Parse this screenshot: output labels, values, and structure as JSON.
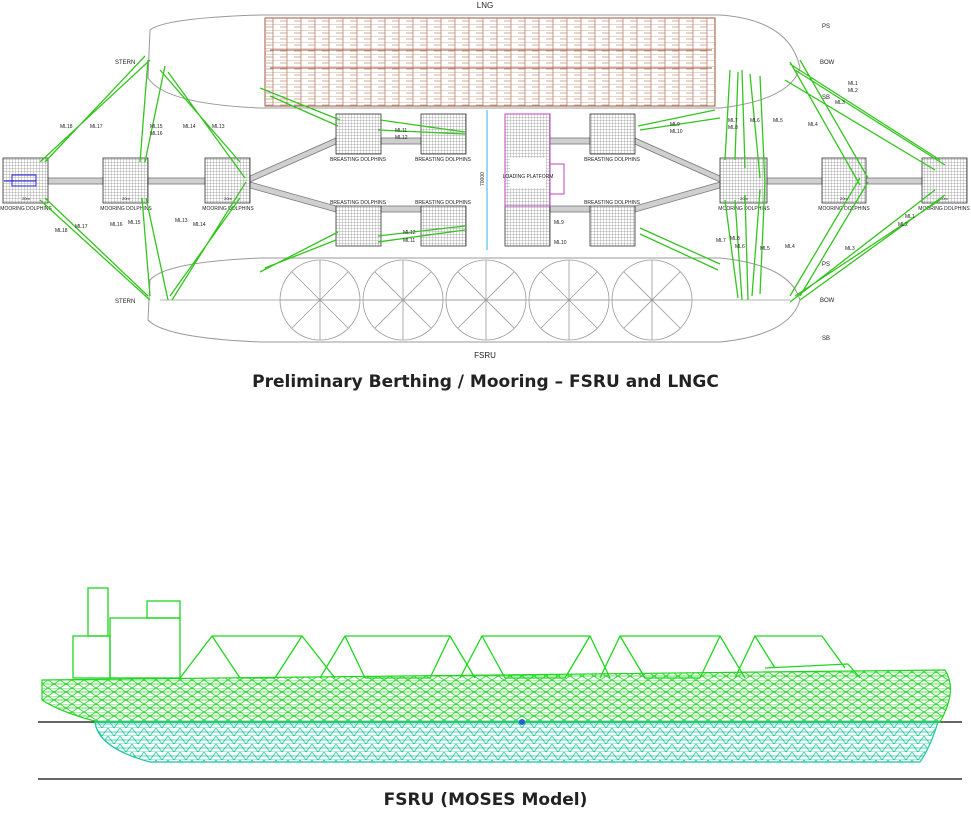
{
  "top_drawing": {
    "lng_label": "LNG",
    "fsru_label": "FSRU",
    "top_ship": {
      "ps": "PS",
      "bow": "BOW",
      "sb": "SB",
      "stern": "STERN"
    },
    "bottom_ship": {
      "ps": "PS",
      "bow": "BOW",
      "sb": "SB",
      "stern": "STERN"
    },
    "dolphin_labels": {
      "mooring": "MOORING DOLPHINS",
      "breasting": "BREASTING DOLPHINS",
      "loading": "LOADING PLATFORM",
      "size": "20m",
      "dimension": "70000"
    },
    "mooring_lines_top": [
      "ML18",
      "ML17",
      "ML15",
      "ML16",
      "ML14",
      "ML13",
      "ML11",
      "ML12",
      "ML9",
      "ML10",
      "ML7",
      "ML8",
      "ML6",
      "ML5",
      "ML4",
      "ML1",
      "ML2",
      "ML3"
    ],
    "mooring_lines_bottom": [
      "ML18",
      "ML17",
      "ML16",
      "ML15",
      "ML13",
      "ML14",
      "ML12",
      "ML11",
      "ML9",
      "ML10",
      "ML7",
      "ML8",
      "ML6",
      "ML5",
      "ML4",
      "ML1",
      "ML2",
      "ML3"
    ]
  },
  "captions": {
    "top": "Preliminary Berthing / Mooring – FSRU  and LNGC",
    "bottom": "FSRU  (MOSES Model)"
  },
  "colors": {
    "mooring_line": "#35c41f",
    "lng_deck": "#a35a3c",
    "mesh": "#1fd61f",
    "mesh_hull": "#19c79a",
    "outline": "#888888"
  }
}
